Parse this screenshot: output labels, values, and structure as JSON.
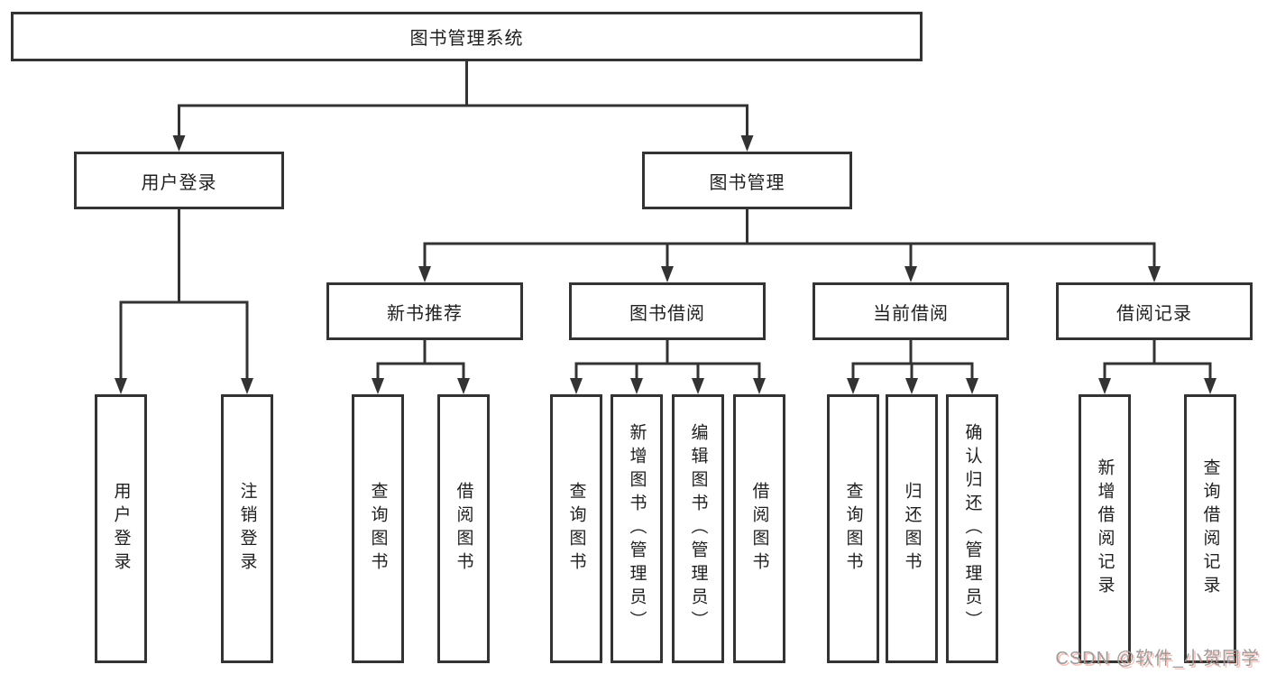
{
  "diagram": {
    "title": "图书管理系统",
    "level2": [
      {
        "label": "用户登录"
      },
      {
        "label": "图书管理"
      }
    ],
    "level3": [
      {
        "label": "新书推荐"
      },
      {
        "label": "图书借阅"
      },
      {
        "label": "当前借阅"
      },
      {
        "label": "借阅记录"
      }
    ],
    "leaves": {
      "user_login": [
        {
          "label": "用户登录"
        },
        {
          "label": "注销登录"
        }
      ],
      "new_book_recommend": [
        {
          "label": "查询图书"
        },
        {
          "label": "借阅图书"
        }
      ],
      "book_borrow": [
        {
          "label": "查询图书"
        },
        {
          "label": "新增图书（管理员）"
        },
        {
          "label": "编辑图书（管理员）"
        },
        {
          "label": "借阅图书"
        }
      ],
      "current_borrow": [
        {
          "label": "查询图书"
        },
        {
          "label": "归还图书"
        },
        {
          "label": "确认归还（管理员）"
        }
      ],
      "borrow_records": [
        {
          "label": "新增借阅记录"
        },
        {
          "label": "查询借阅记录"
        }
      ]
    }
  },
  "watermark": {
    "text": "CSDN @软件_小贺同学"
  },
  "colors": {
    "line": "#333333",
    "text": "#1f1f1f",
    "background": "#ffffff",
    "watermark_gray": "#9c9c9c",
    "watermark_red": "#e9533d"
  }
}
